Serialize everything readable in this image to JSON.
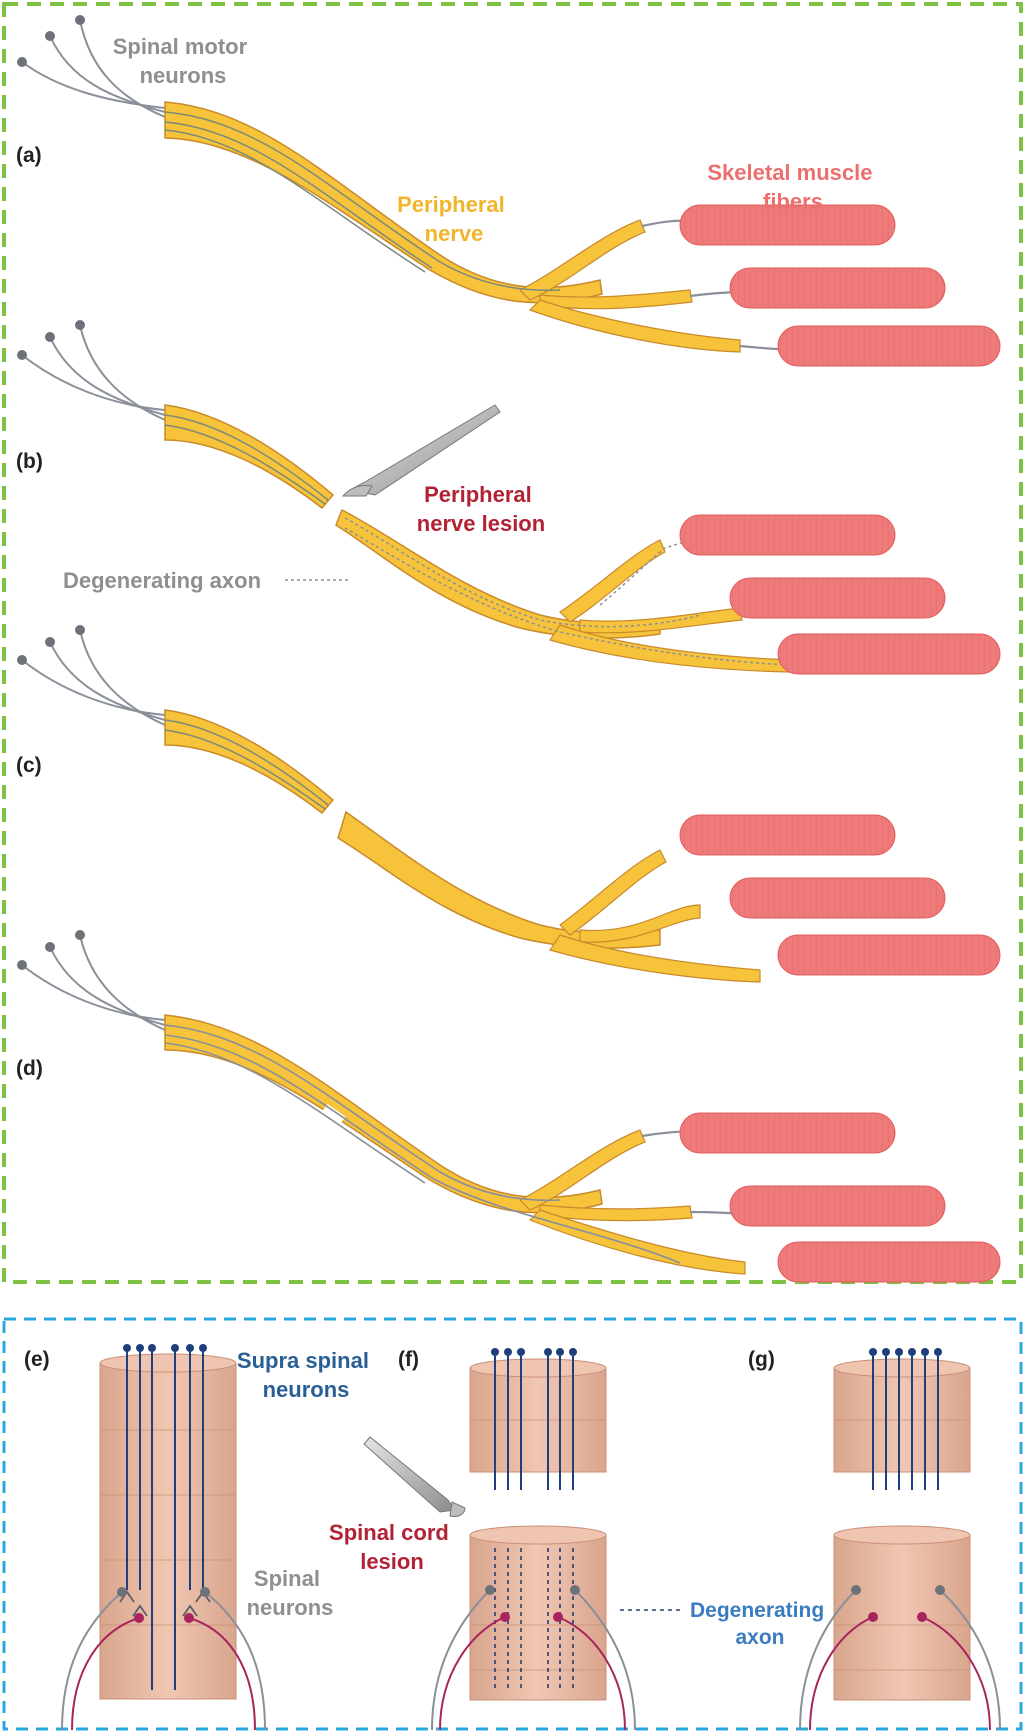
{
  "panel_labels": {
    "a": "(a)",
    "b": "(b)",
    "c": "(c)",
    "d": "(d)",
    "e": "(e)",
    "f": "(f)",
    "g": "(g)"
  },
  "labels": {
    "spinal_motor_neurons": [
      "Spinal motor",
      "neurons"
    ],
    "peripheral_nerve": [
      "Peripheral",
      "nerve"
    ],
    "skeletal_muscle_fibers": [
      "Skeletal muscle",
      "fibers"
    ],
    "peripheral_nerve_lesion": [
      "Peripheral",
      "nerve lesion"
    ],
    "degenerating_axon_top": "Degenerating axon",
    "supra_spinal_neurons": [
      "Supra spinal",
      "neurons"
    ],
    "spinal_neurons": [
      "Spinal",
      "neurons"
    ],
    "spinal_cord_lesion": [
      "Spinal cord",
      "lesion"
    ],
    "degenerating_axon_bottom": [
      "Degenerating",
      "axon"
    ]
  },
  "colors": {
    "top_frame": "#7dc242",
    "bottom_frame": "#29a8e0",
    "nerve_fill": "#f6c33a",
    "nerve_edge": "#c98a2c",
    "axon": "#8a8f99",
    "muscle": "#ef7a7a",
    "muscle_edge": "#e25c5c",
    "cord": "#e8b9a2",
    "cord_edge": "#c99079",
    "supra_axon": "#1f3f7a",
    "spinal_neuron_magenta": "#a8245e",
    "label_grey": "#8f8f8f",
    "label_yellow": "#f0b52b",
    "label_pink": "#ec6f6f",
    "label_red": "#b22234",
    "label_blue": "#2a5f96",
    "label_blue_light": "#3b7cc0"
  },
  "icons": [
    "scalpel-icon"
  ]
}
